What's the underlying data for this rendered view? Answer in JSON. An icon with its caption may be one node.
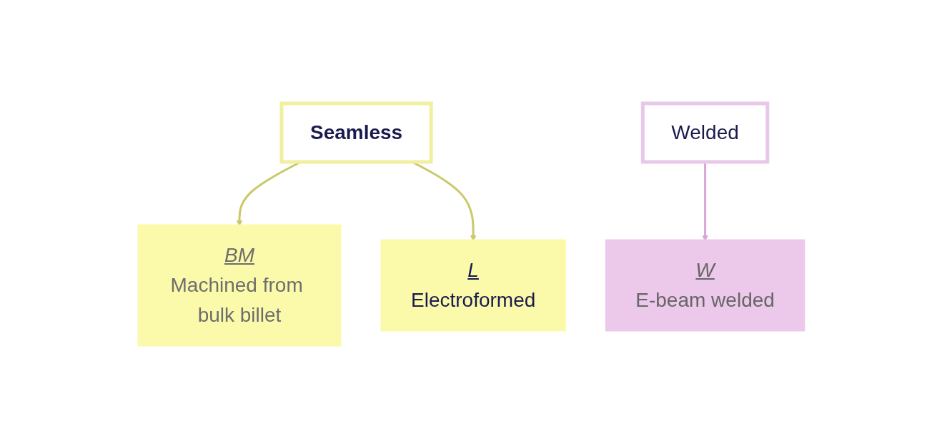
{
  "diagram": {
    "nodes": [
      {
        "text": [
          "BM",
          "Machined from bulk billet"
        ]
      },
      {
        "text": [
          "Seamless"
        ]
      },
      {
        "text": [
          "Welded"
        ]
      },
      {
        "text": [
          "W",
          "E-beam welded"
        ]
      },
      {
        "text": [
          "L",
          "Electroformed"
        ]
      }
    ],
    "edges": [
      {
        "from": 1,
        "to": 0,
        "arrow": "to"
      },
      {
        "from": 1,
        "to": 4,
        "arrow": "to"
      },
      {
        "from": 2,
        "to": 3,
        "arrow": "to",
        "color": "#d9a6d6"
      }
    ]
  }
}
